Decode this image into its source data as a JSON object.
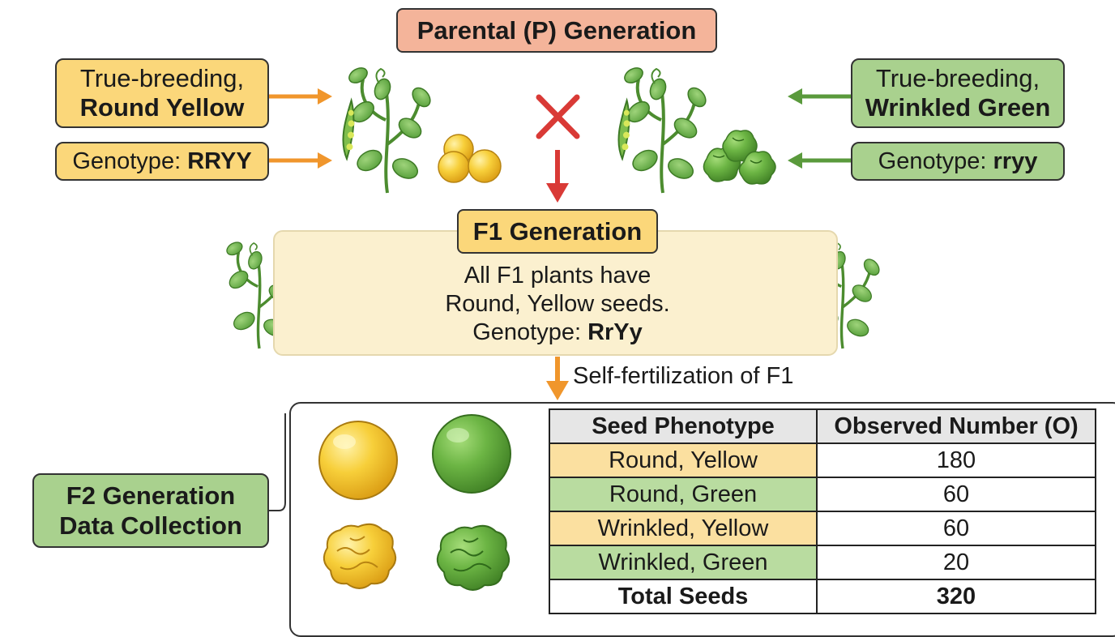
{
  "parental": {
    "title": "Parental (P) Generation",
    "left_parent": {
      "line1": "True-breeding,",
      "line2": "Round Yellow",
      "genotype_label": "Genotype: ",
      "genotype": "RRYY"
    },
    "right_parent": {
      "line1": "True-breeding,",
      "line2": "Wrinkled Green",
      "genotype_label": "Genotype: ",
      "genotype": "rryy"
    },
    "cross_icon": "cross-symbol"
  },
  "f1": {
    "title": "F1 Generation",
    "line1": "All F1 plants have",
    "line2": "Round, Yellow seeds.",
    "genotype_label": "Genotype: ",
    "genotype": "RrYy"
  },
  "self_fertilization": "Self-fertilization of F1",
  "f2": {
    "label_line1": "F2 Generation",
    "label_line2": "Data Collection",
    "table": {
      "headers": [
        "Seed Phenotype",
        "Observed Number (O)"
      ],
      "rows": [
        {
          "phenotype": "Round, Yellow",
          "observed": "180"
        },
        {
          "phenotype": "Round, Green",
          "observed": "60"
        },
        {
          "phenotype": "Wrinkled, Yellow",
          "observed": "60"
        },
        {
          "phenotype": "Wrinkled, Green",
          "observed": "20"
        }
      ],
      "total": {
        "label": "Total Seeds",
        "value": "320"
      }
    }
  },
  "colors": {
    "yellow": "#fbd77a",
    "green": "#a9d18e",
    "salmon": "#f4b49a",
    "orange_arrow": "#f0962c",
    "green_arrow": "#5a9a3c",
    "red_cross": "#d93a36"
  }
}
